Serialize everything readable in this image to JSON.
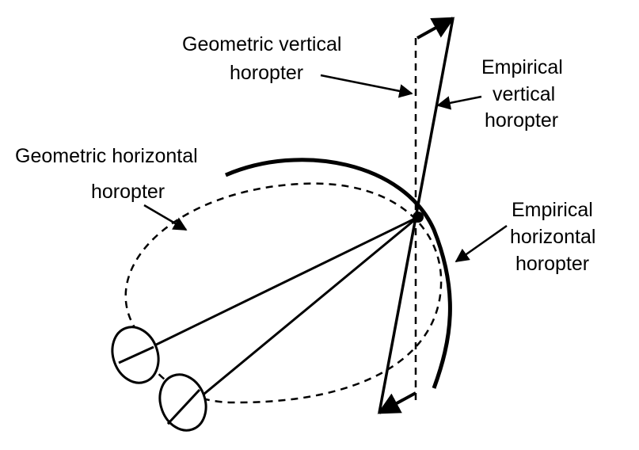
{
  "labels": {
    "geometric_vertical_1": "Geometric vertical",
    "geometric_vertical_2": "horopter",
    "empirical_vertical_1": "Empirical",
    "empirical_vertical_2": "vertical",
    "empirical_vertical_3": "horopter",
    "geometric_horizontal_1": "Geometric horizontal",
    "geometric_horizontal_2": "horopter",
    "empirical_horizontal_1": "Empirical",
    "empirical_horizontal_2": "horizontal",
    "empirical_horizontal_3": "horopter"
  }
}
